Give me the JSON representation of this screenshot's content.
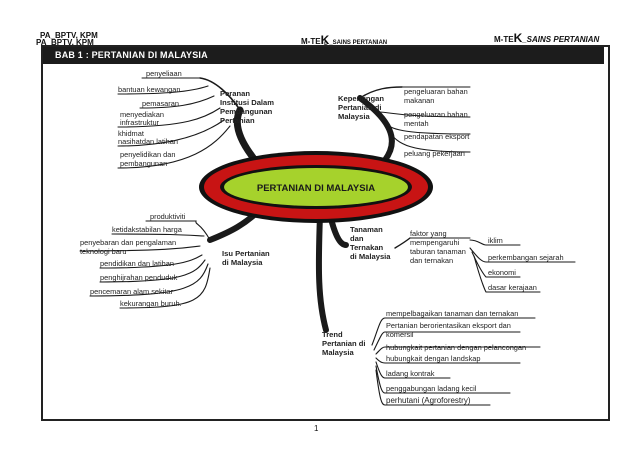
{
  "header": {
    "left_line1": "PA_BPTV, KPM",
    "left_line2": "PA_BPTV, KPM",
    "center_prefix": "M-TE",
    "center_k": "K",
    "center_suffix": "_SAINS PERTANIAN",
    "center_sub": "P",
    "right_prefix": "M-TE",
    "right_k": "K",
    "right_suffix": "_SAINS PERTANIAN"
  },
  "bab_title": "BAB 1 :  PERTANIAN DI MALAYSIA",
  "mindmap": {
    "center": "PERTANIAN DI MALAYSIA",
    "branches": [
      {
        "title": [
          "Peranan",
          "Institusi Dalam",
          "Pembangunan",
          "Pertanian"
        ],
        "items": [
          [
            "penyeliaan"
          ],
          [
            "bantuan kewangan"
          ],
          [
            "pemasaran"
          ],
          [
            "menyediakan",
            "infrastruktur"
          ],
          [
            "khidmat",
            "nasihatdan latihan"
          ],
          [
            "penyelidikan dan",
            "pembangunan"
          ]
        ]
      },
      {
        "title": [
          "Kepentingan",
          "Pertanian di",
          "Malaysia"
        ],
        "items": [
          [
            "pengeluaran bahan",
            "makanan"
          ],
          [
            "pengeluaran bahan",
            "mentah"
          ],
          [
            "pendapatan eksport"
          ],
          [
            "peluang pekerjaan"
          ]
        ]
      },
      {
        "title": [
          "Isu Pertanian",
          "di Malaysia"
        ],
        "items": [
          [
            "produktiviti"
          ],
          [
            "ketidakstabilan harga"
          ],
          [
            "penyebaran dan pengalaman",
            "teknologi baru"
          ],
          [
            "pendidikan dan latihan"
          ],
          [
            "penghijrahan penduduk"
          ],
          [
            "pencemaran alam sekitar"
          ],
          [
            "kekurangan buruh."
          ]
        ]
      },
      {
        "title": [
          "Tanaman",
          "dan",
          "Ternakan",
          "di Malaysia"
        ],
        "sub_title": [
          "faktor yang",
          "mempengaruhi",
          "taburan tanaman",
          "dan ternakan"
        ],
        "items": [
          [
            "iklim"
          ],
          [
            "perkembangan sejarah"
          ],
          [
            "ekonomi"
          ],
          [
            "dasar kerajaan"
          ]
        ]
      },
      {
        "title": [
          "Trend",
          "Pertanian di",
          "Malaysia"
        ],
        "items": [
          [
            "mempelbagaikan tanaman dan ternakan"
          ],
          [
            "Pertanian berorientasikan eksport dan",
            "komersil"
          ],
          [
            "hubungkait pertanian dengan pelancongan"
          ],
          [
            "hubungkait dengan landskap"
          ],
          [
            "ladang kontrak"
          ],
          [
            "penggabungan ladang kecil"
          ],
          [
            "perhutani (Agroforestry)"
          ]
        ]
      }
    ]
  },
  "colors": {
    "outer_ring": "#c81414",
    "inner_fill": "#a6d22c",
    "branch": "#1a1a1a",
    "bab_bg": "#1c1c1c"
  },
  "page_number": "1"
}
